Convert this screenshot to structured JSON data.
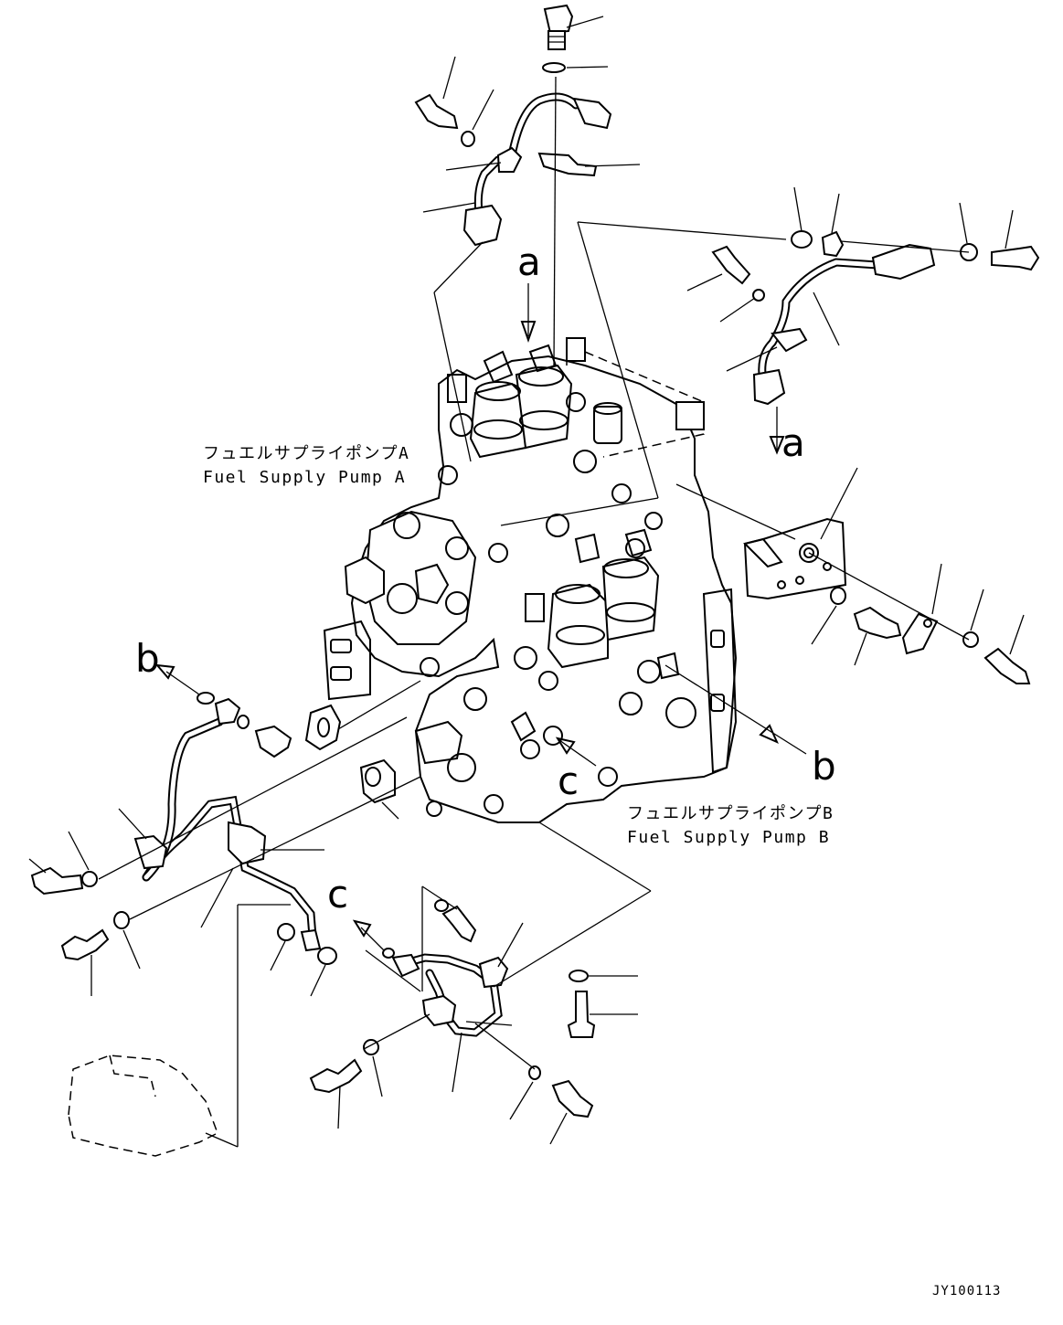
{
  "labels": {
    "pump_a_jp": "フュエルサプライポンプA",
    "pump_a_en": "Fuel Supply Pump A",
    "pump_b_jp": "フュエルサプライポンプB",
    "pump_b_en": "Fuel Supply Pump B"
  },
  "callouts": {
    "a_top": "a",
    "a_right": "a",
    "b_left": "b",
    "b_right": "b",
    "c_mid": "c",
    "c_bottom": "c"
  },
  "drawing_code": "JY100113",
  "colors": {
    "ink": "#000000",
    "paper": "#ffffff"
  }
}
